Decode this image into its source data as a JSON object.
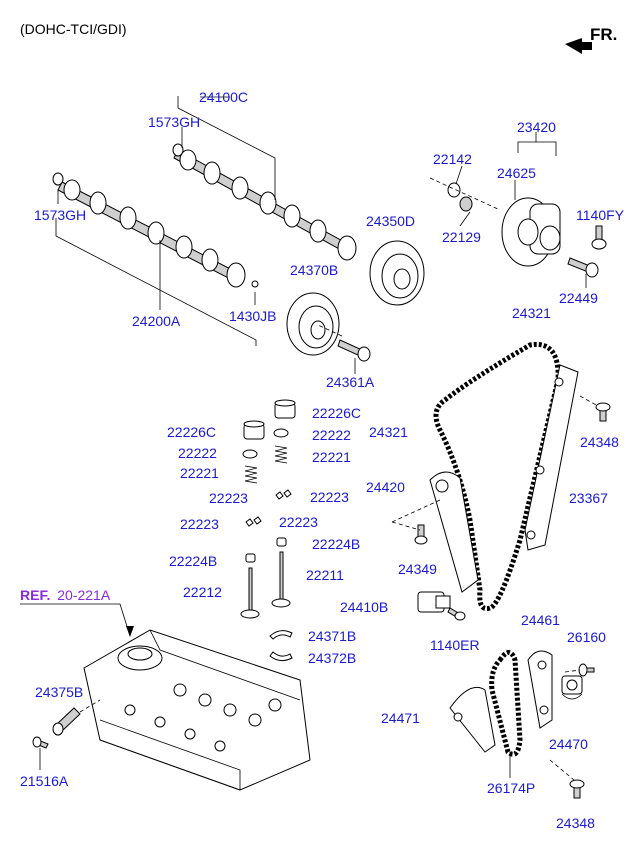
{
  "header": {
    "engine": "(DOHC-TCI/GDI)",
    "direction": "FR."
  },
  "reference": {
    "prefix": "REF.",
    "code": "20-221A"
  },
  "labels": {
    "p24100C": "24100C",
    "p1573GH_a": "1573GH",
    "p1573GH_b": "1573GH",
    "p24200A": "24200A",
    "p1430JB": "1430JB",
    "p24370B": "24370B",
    "p24361A": "24361A",
    "p24350D": "24350D",
    "p22142": "22142",
    "p22129": "22129",
    "p23420": "23420",
    "p24625": "24625",
    "p1140FY": "1140FY",
    "p22449": "22449",
    "p24321_a": "24321",
    "p24321_b": "24321",
    "p24348_a": "24348",
    "p22226C_a": "22226C",
    "p22226C_b": "22226C",
    "p22222_a": "22222",
    "p22222_b": "22222",
    "p22221_a": "22221",
    "p22221_b": "22221",
    "p22223_a": "22223",
    "p22223_b": "22223",
    "p22223_c": "22223",
    "p22223_d": "22223",
    "p24420": "24420",
    "p23367": "23367",
    "p24349": "24349",
    "p22224B_a": "22224B",
    "p22224B_b": "22224B",
    "p22212": "22212",
    "p22211": "22211",
    "p24410B": "24410B",
    "p1140ER": "1140ER",
    "p24371B": "24371B",
    "p24372B": "24372B",
    "p24461": "24461",
    "p26160": "26160",
    "p24375B": "24375B",
    "p24471": "24471",
    "p24470": "24470",
    "p21516A": "21516A",
    "p26174P": "26174P",
    "p24348_b": "24348"
  }
}
